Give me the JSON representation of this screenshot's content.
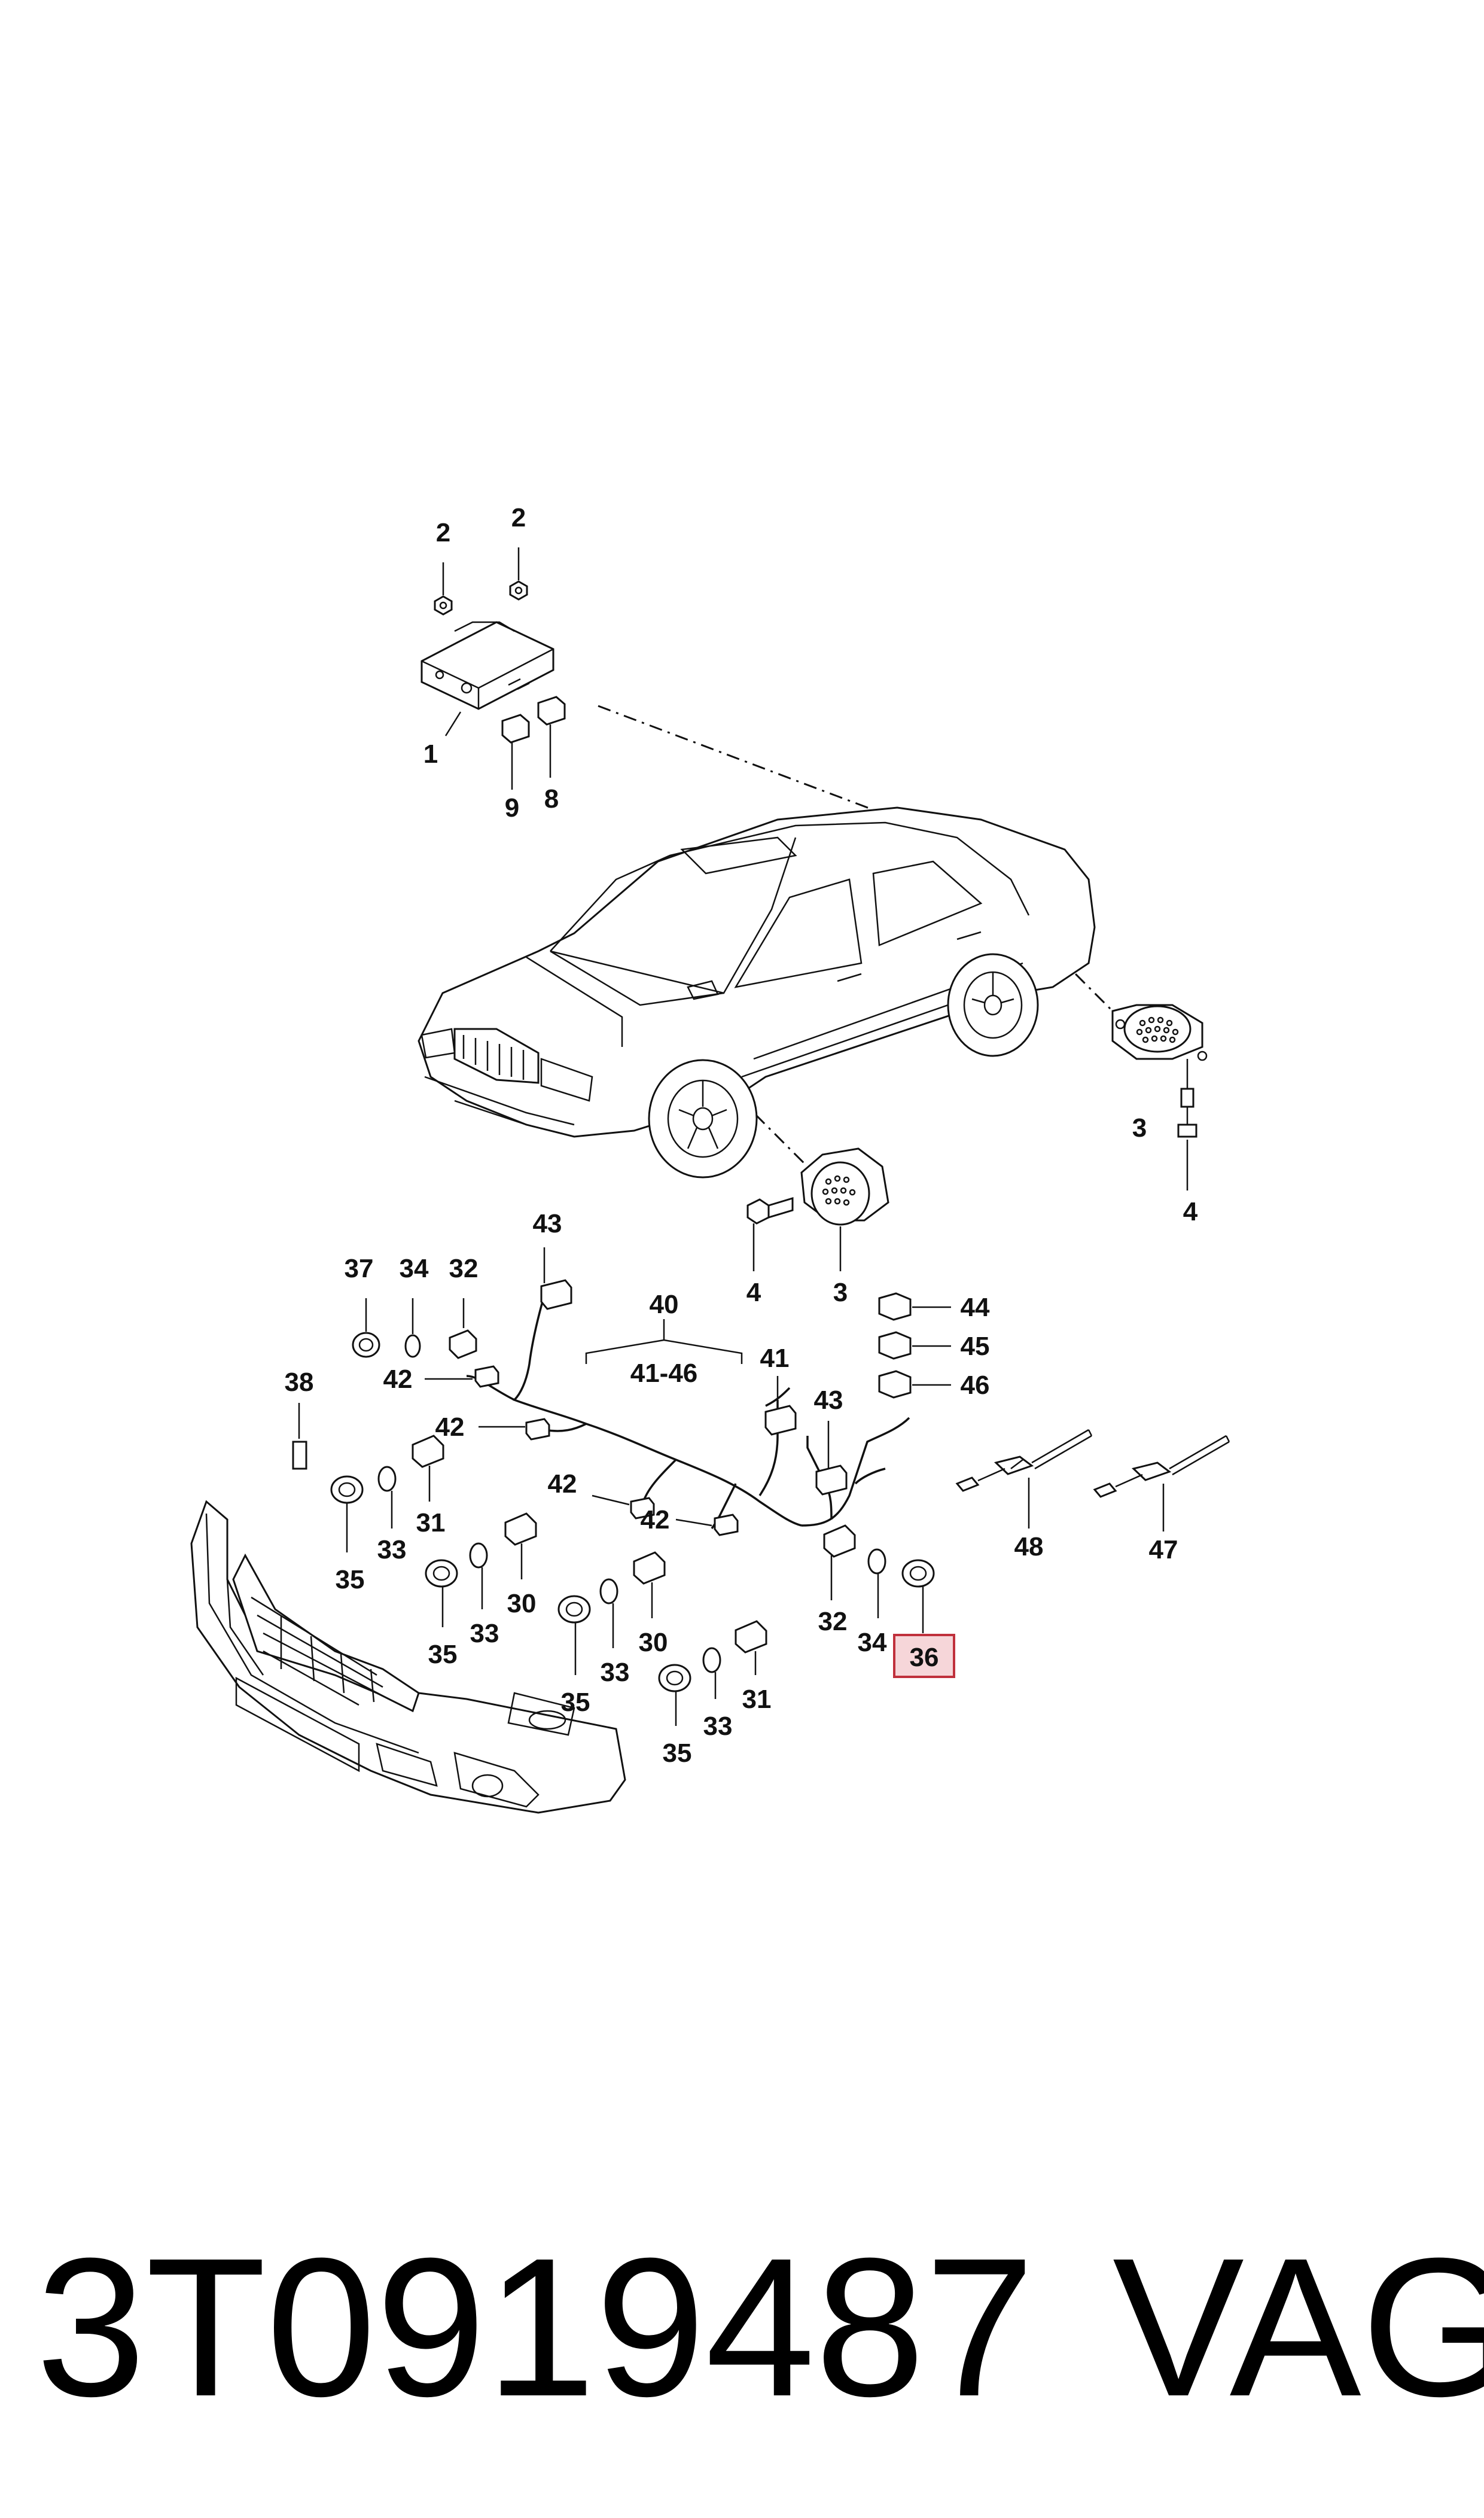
{
  "callouts": {
    "c2a": "2",
    "c2b": "2",
    "c1": "1",
    "c9": "9",
    "c8": "8",
    "c3a": "3",
    "c4a": "4",
    "c3b": "3",
    "c4b": "4",
    "c43a": "43",
    "c37": "37",
    "c34a": "34",
    "c32a": "32",
    "c40": "40",
    "c4146": "41-46",
    "c41": "41",
    "c43b": "43",
    "c44": "44",
    "c45": "45",
    "c46": "46",
    "c38": "38",
    "c42a": "42",
    "c42b": "42",
    "c42c": "42",
    "c42d": "42",
    "c31a": "31",
    "c35a": "35",
    "c33a": "33",
    "c30a": "30",
    "c33b": "33",
    "c35b": "35",
    "c30b": "30",
    "c33c": "33",
    "c35c": "35",
    "c31b": "31",
    "c33d": "33",
    "c35d": "35",
    "c32b": "32",
    "c34b": "34",
    "c36": "36",
    "c48": "48",
    "c47": "47"
  },
  "highlighted_callout": "36",
  "highlight_color": "#f6d6d9",
  "footer": {
    "part_number": "3T0919487",
    "brand": "VAG"
  }
}
